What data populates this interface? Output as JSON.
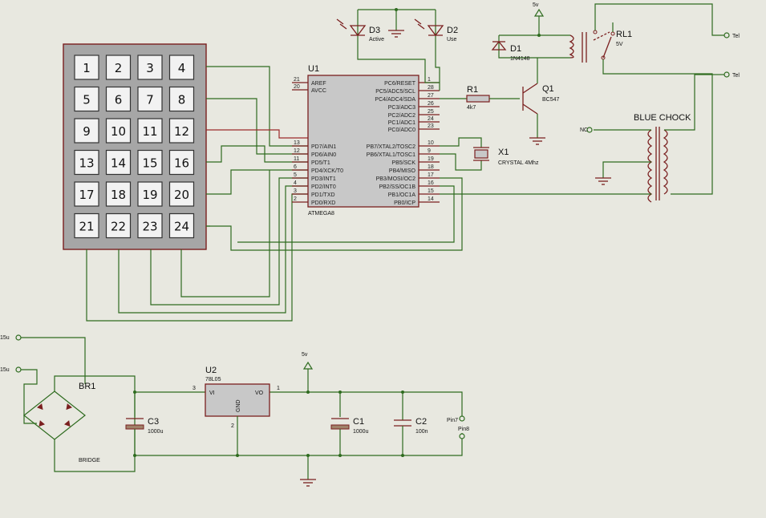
{
  "keypad": {
    "keys": [
      "1",
      "2",
      "3",
      "4",
      "5",
      "6",
      "7",
      "8",
      "9",
      "10",
      "11",
      "12",
      "13",
      "14",
      "15",
      "16",
      "17",
      "18",
      "19",
      "20",
      "21",
      "22",
      "23",
      "24"
    ]
  },
  "u1": {
    "ref": "U1",
    "part": "ATMEGA8",
    "left_pins": [
      {
        "num": "21",
        "name": "AREF"
      },
      {
        "num": "20",
        "name": "AVCC"
      },
      {
        "num": "13",
        "name": "PD7/AIN1"
      },
      {
        "num": "12",
        "name": "PD6/AIN0"
      },
      {
        "num": "11",
        "name": "PD5/T1"
      },
      {
        "num": "6",
        "name": "PD4/XCK/T0"
      },
      {
        "num": "5",
        "name": "PD3/INT1"
      },
      {
        "num": "4",
        "name": "PD2/INT0"
      },
      {
        "num": "3",
        "name": "PD1/TXD"
      },
      {
        "num": "2",
        "name": "PD0/RXD"
      }
    ],
    "right_pins": [
      {
        "num": "1",
        "name": "PC6/RESET"
      },
      {
        "num": "28",
        "name": "PC5/ADC5/SCL"
      },
      {
        "num": "27",
        "name": "PC4/ADC4/SDA"
      },
      {
        "num": "26",
        "name": "PC3/ADC3"
      },
      {
        "num": "25",
        "name": "PC2/ADC2"
      },
      {
        "num": "24",
        "name": "PC1/ADC1"
      },
      {
        "num": "23",
        "name": "PC0/ADC0"
      },
      {
        "num": "10",
        "name": "PB7/XTAL2/TOSC2"
      },
      {
        "num": "9",
        "name": "PB6/XTAL1/TOSC1"
      },
      {
        "num": "19",
        "name": "PB5/SCK"
      },
      {
        "num": "18",
        "name": "PB4/MISO"
      },
      {
        "num": "17",
        "name": "PB3/MOSI/OC2"
      },
      {
        "num": "16",
        "name": "PB2/SS/OC1B"
      },
      {
        "num": "15",
        "name": "PB1/OC1A"
      },
      {
        "num": "14",
        "name": "PB0/ICP"
      }
    ]
  },
  "labels": {
    "d3": "D3",
    "d3_sub": "Active",
    "d2": "D2",
    "d2_sub": "Use",
    "d1": "D1",
    "d1_sub": "1N4148",
    "r1": "R1",
    "r1_val": "4k7",
    "q1": "Q1",
    "q1_val": "BC547",
    "rl1": "RL1",
    "rl1_val": "5V",
    "x1": "X1",
    "x1_val": "CRYSTAL 4Mhz",
    "blue_chock": "BLUE CHOCK",
    "nc": "NC",
    "tel1": "Tel",
    "tel2": "Tel",
    "v5_top": "5v",
    "v5_mid": "5v",
    "in1": "15u",
    "in2": "15u",
    "br1": "BR1",
    "bridge": "BRIDGE",
    "c3": "C3",
    "c3_val": "1000u",
    "u2": "U2",
    "u2_part": "78L05",
    "u2_vi": "VI",
    "u2_vo": "VO",
    "u2_gnd": "GND",
    "u2_pin3": "3",
    "u2_pin1": "1",
    "u2_pin2": "2",
    "c1": "C1",
    "c1_val": "1000u",
    "c2": "C2",
    "c2_val": "100n",
    "pin7": "Pin7",
    "pin8": "Pin8"
  }
}
